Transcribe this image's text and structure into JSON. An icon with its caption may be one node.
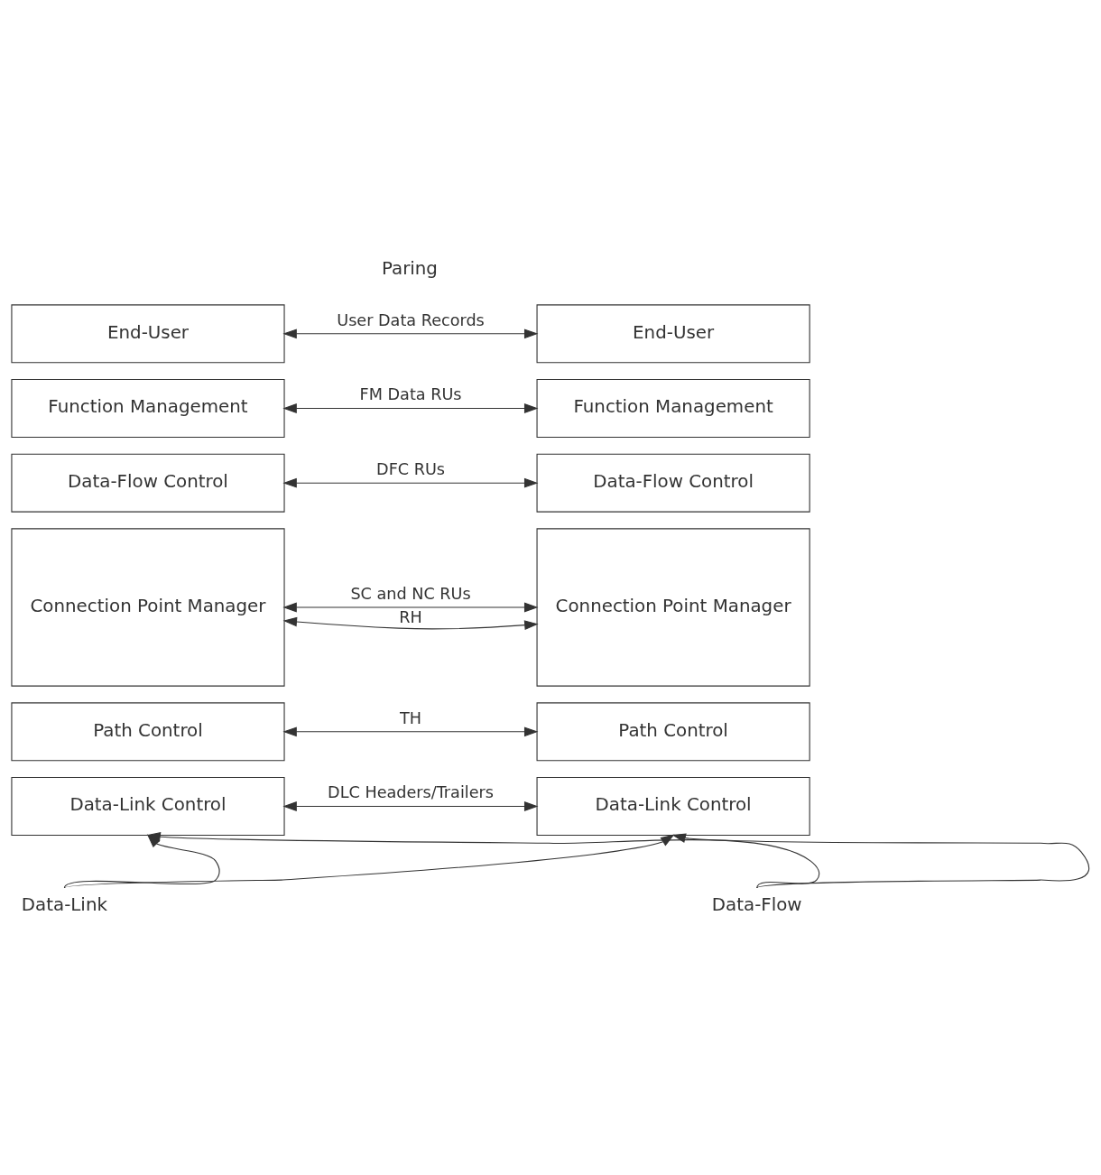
{
  "diagram": {
    "nodes": [
      {
        "text": [
          "End-User"
        ]
      },
      {
        "text": [
          "Function Management"
        ]
      },
      {
        "text": [
          "Data-Flow Control"
        ]
      },
      {
        "text": [
          "Connection Point Manager"
        ]
      },
      {
        "text": [
          "Path Control"
        ]
      },
      {
        "text": [
          "Data-Link Control"
        ]
      },
      {
        "text": [
          "End-User"
        ]
      },
      {
        "text": [
          "Function Management"
        ]
      },
      {
        "text": [
          "Data-Flow Control"
        ]
      },
      {
        "text": [
          "Connection Point Manager"
        ]
      },
      {
        "text": [
          "Path Control"
        ]
      },
      {
        "text": [
          "Data-Link Control"
        ]
      },
      {
        "text": [
          "Data-Link"
        ]
      },
      {
        "text": [
          "Data-Flow"
        ]
      }
    ],
    "edges": [
      {
        "from": 0,
        "to": 6,
        "arrow": "both",
        "label": "User Data Records"
      },
      {
        "from": 1,
        "to": 7,
        "arrow": "both",
        "label": "FM Data RUs"
      },
      {
        "from": 2,
        "to": 8,
        "arrow": "both",
        "label": "DFC RUs"
      },
      {
        "from": 3,
        "to": 9,
        "arrow": "both",
        "label": "SC and NC RUs"
      },
      {
        "from": 3,
        "to": 9,
        "arrow": "both",
        "label": "RH"
      },
      {
        "from": 4,
        "to": 10,
        "arrow": "both",
        "label": "TH"
      },
      {
        "from": 5,
        "to": 11,
        "arrow": "both",
        "label": "DLC Headers/Trailers"
      },
      {
        "from": 12,
        "to": 5,
        "arrow": "to"
      },
      {
        "from": 12,
        "to": 11,
        "arrow": "to"
      },
      {
        "from": 13,
        "to": 5,
        "arrow": "to"
      },
      {
        "from": 13,
        "to": 11,
        "arrow": "to"
      }
    ],
    "labels": [
      "Paring"
    ]
  }
}
